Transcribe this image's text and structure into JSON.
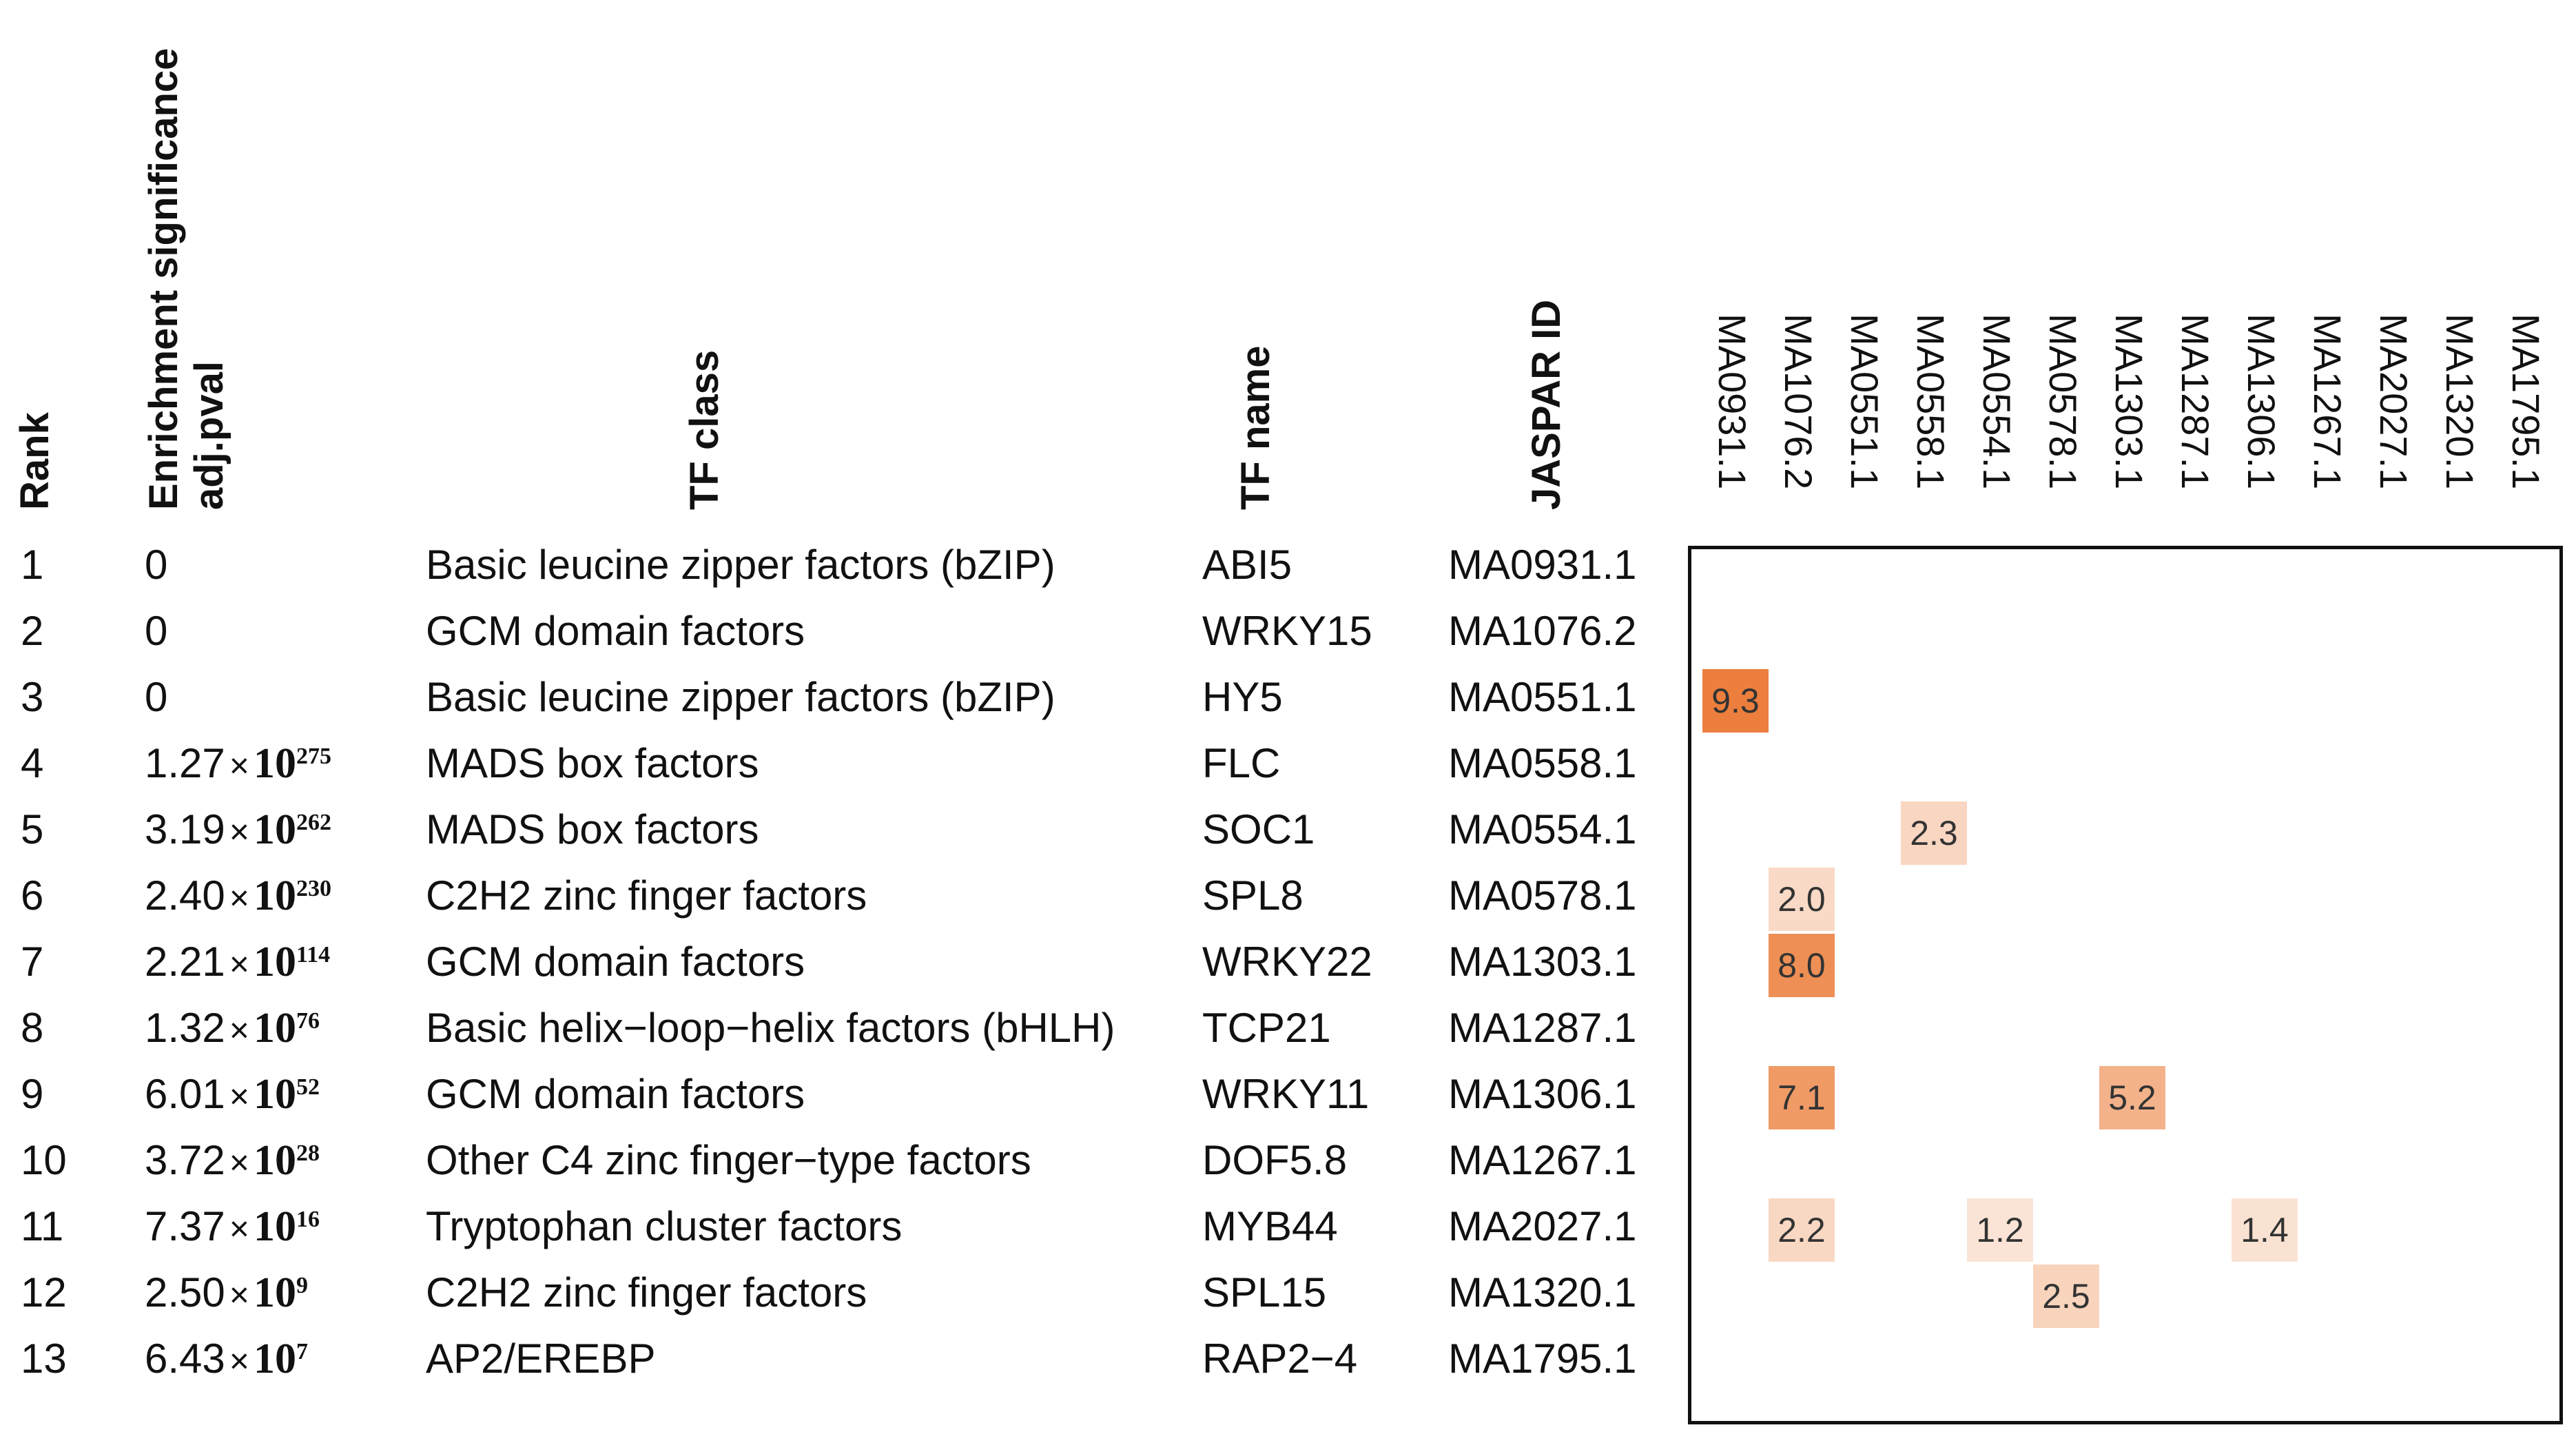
{
  "headers": {
    "rank": "Rank",
    "enrichment_line1": "Enrichment significance",
    "enrichment_line2": "adj.pval",
    "tf_class": "TF class",
    "tf_name": "TF name",
    "jaspar_id": "JASPAR ID"
  },
  "rows": [
    {
      "rank": "1",
      "pval_mantissa": "0",
      "pval_exponent": "",
      "tf_class": "Basic leucine zipper factors (bZIP)",
      "tf_name": "ABI5",
      "jaspar_id": "MA0931.1"
    },
    {
      "rank": "2",
      "pval_mantissa": "0",
      "pval_exponent": "",
      "tf_class": "GCM domain factors",
      "tf_name": "WRKY15",
      "jaspar_id": "MA1076.2"
    },
    {
      "rank": "3",
      "pval_mantissa": "0",
      "pval_exponent": "",
      "tf_class": "Basic leucine zipper factors (bZIP)",
      "tf_name": "HY5",
      "jaspar_id": "MA0551.1"
    },
    {
      "rank": "4",
      "pval_mantissa": "1.27",
      "pval_exponent": "275",
      "tf_class": "MADS box factors",
      "tf_name": "FLC",
      "jaspar_id": "MA0558.1"
    },
    {
      "rank": "5",
      "pval_mantissa": "3.19",
      "pval_exponent": "262",
      "tf_class": "MADS box factors",
      "tf_name": "SOC1",
      "jaspar_id": "MA0554.1"
    },
    {
      "rank": "6",
      "pval_mantissa": "2.40",
      "pval_exponent": "230",
      "tf_class": "C2H2 zinc finger factors",
      "tf_name": "SPL8",
      "jaspar_id": "MA0578.1"
    },
    {
      "rank": "7",
      "pval_mantissa": "2.21",
      "pval_exponent": "114",
      "tf_class": "GCM domain factors",
      "tf_name": "WRKY22",
      "jaspar_id": "MA1303.1"
    },
    {
      "rank": "8",
      "pval_mantissa": "1.32",
      "pval_exponent": "76",
      "tf_class": "Basic helix−loop−helix factors (bHLH)",
      "tf_name": "TCP21",
      "jaspar_id": "MA1287.1"
    },
    {
      "rank": "9",
      "pval_mantissa": "6.01",
      "pval_exponent": "52",
      "tf_class": "GCM domain factors",
      "tf_name": "WRKY11",
      "jaspar_id": "MA1306.1"
    },
    {
      "rank": "10",
      "pval_mantissa": "3.72",
      "pval_exponent": "28",
      "tf_class": "Other C4 zinc finger−type factors",
      "tf_name": "DOF5.8",
      "jaspar_id": "MA1267.1"
    },
    {
      "rank": "11",
      "pval_mantissa": "7.37",
      "pval_exponent": "16",
      "tf_class": "Tryptophan cluster factors",
      "tf_name": "MYB44",
      "jaspar_id": "MA2027.1"
    },
    {
      "rank": "12",
      "pval_mantissa": "2.50",
      "pval_exponent": "9",
      "tf_class": "C2H2 zinc finger factors",
      "tf_name": "SPL15",
      "jaspar_id": "MA1320.1"
    },
    {
      "rank": "13",
      "pval_mantissa": "6.43",
      "pval_exponent": "7",
      "tf_class": "AP2/EREBP",
      "tf_name": "RAP2−4",
      "jaspar_id": "MA1795.1"
    }
  ],
  "chart_data": {
    "type": "heatmap",
    "columns": [
      "MA0931.1",
      "MA1076.2",
      "MA0551.1",
      "MA0558.1",
      "MA0554.1",
      "MA0578.1",
      "MA1303.1",
      "MA1287.1",
      "MA1306.1",
      "MA1267.1",
      "MA2027.1",
      "MA1320.1",
      "MA1795.1"
    ],
    "rows": [
      "MA0931.1",
      "MA1076.2",
      "MA0551.1",
      "MA0558.1",
      "MA0554.1",
      "MA0578.1",
      "MA1303.1",
      "MA1287.1",
      "MA1306.1",
      "MA1267.1",
      "MA2027.1",
      "MA1320.1",
      "MA1795.1"
    ],
    "cells": [
      {
        "row": 2,
        "col": 0,
        "value": 9.3,
        "label": "9.3"
      },
      {
        "row": 4,
        "col": 3,
        "value": 2.3,
        "label": "2.3"
      },
      {
        "row": 5,
        "col": 1,
        "value": 2.0,
        "label": "2.0"
      },
      {
        "row": 6,
        "col": 1,
        "value": 8.0,
        "label": "8.0"
      },
      {
        "row": 8,
        "col": 1,
        "value": 7.1,
        "label": "7.1"
      },
      {
        "row": 8,
        "col": 6,
        "value": 5.2,
        "label": "5.2"
      },
      {
        "row": 10,
        "col": 1,
        "value": 2.2,
        "label": "2.2"
      },
      {
        "row": 10,
        "col": 4,
        "value": 1.2,
        "label": "1.2"
      },
      {
        "row": 10,
        "col": 8,
        "value": 1.4,
        "label": "1.4"
      },
      {
        "row": 11,
        "col": 5,
        "value": 2.5,
        "label": "2.5"
      }
    ],
    "color_low": "#fdf3ec",
    "color_high": "#ec7f3d",
    "value_range": [
      0,
      9.3
    ],
    "grid": false
  },
  "times_symbol": "×",
  "ten_symbol": "10"
}
